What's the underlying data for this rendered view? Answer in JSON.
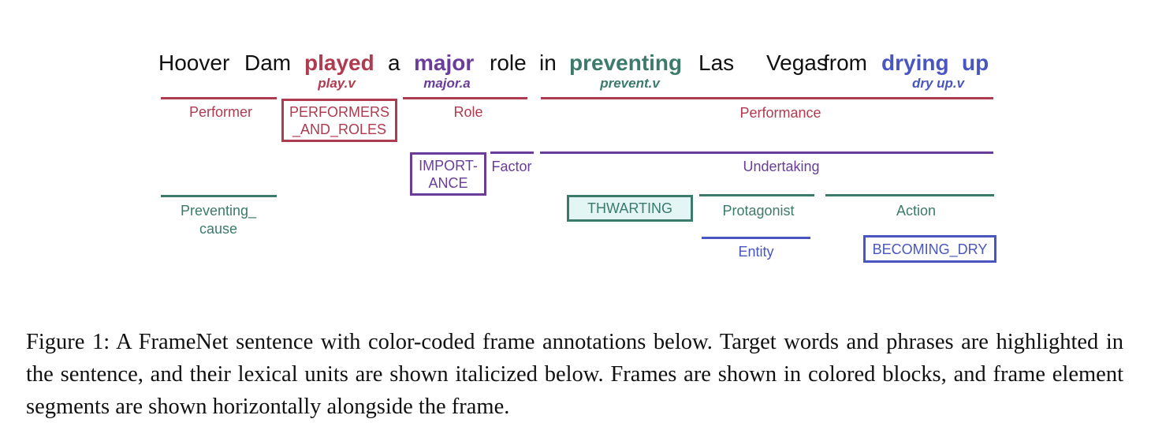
{
  "sentence": [
    {
      "text": "Hoover",
      "target": false
    },
    {
      "text": "Dam",
      "target": false
    },
    {
      "text": "played",
      "target": true,
      "color": "#b03a4f"
    },
    {
      "text": "a",
      "target": false
    },
    {
      "text": "major",
      "target": true,
      "color": "#6a3d9a"
    },
    {
      "text": "role",
      "target": false
    },
    {
      "text": "in",
      "target": false
    },
    {
      "text": "preventing",
      "target": true,
      "color": "#3c7a6c"
    },
    {
      "text": "Las",
      "target": false
    },
    {
      "text": "Vegas",
      "target": false
    },
    {
      "text": "from",
      "target": false
    },
    {
      "text": "drying",
      "target": true,
      "color": "#4a56c0"
    },
    {
      "text": "up",
      "target": true,
      "color": "#4a56c0"
    }
  ],
  "lexical_units": [
    {
      "text": "play.v",
      "color": "#b03a4f"
    },
    {
      "text": "major.a",
      "color": "#6a3d9a"
    },
    {
      "text": "prevent.v",
      "color": "#3c7a6c"
    },
    {
      "text": "dry up.v",
      "color": "#4a56c0"
    }
  ],
  "colors": {
    "performers": "#b03a4f",
    "importance": "#6a3d9a",
    "thwarting": "#3c7a6c",
    "becoming_dry": "#4a56c0",
    "text": "#111111",
    "thwarting_fill": "#e4f6f3"
  },
  "frames": [
    {
      "name": "PERFORMERS\n_AND_ROLES",
      "color": "#b03a4f"
    },
    {
      "name": "IMPORT-\nANCE",
      "color": "#6a3d9a"
    },
    {
      "name": "THWARTING",
      "color": "#3c7a6c"
    },
    {
      "name": "BECOMING_DRY",
      "color": "#4a56c0"
    }
  ],
  "frame_elements": [
    {
      "label": "Performer",
      "color": "#b03a4f"
    },
    {
      "label": "Role",
      "color": "#b03a4f"
    },
    {
      "label": "Performance",
      "color": "#b03a4f"
    },
    {
      "label": "Factor",
      "color": "#6a3d9a"
    },
    {
      "label": "Undertaking",
      "color": "#6a3d9a"
    },
    {
      "label": "Preventing_\ncause",
      "color": "#3c7a6c"
    },
    {
      "label": "Protagonist",
      "color": "#3c7a6c"
    },
    {
      "label": "Action",
      "color": "#3c7a6c"
    },
    {
      "label": "Entity",
      "color": "#4a56c0"
    }
  ],
  "caption": "Figure 1:   A FrameNet sentence with color-coded frame annotations below. Target words and phrases are highlighted in the sentence, and their lexical units are shown italicized below. Frames are shown in colored blocks, and frame element segments are shown horizontally alongside the frame."
}
